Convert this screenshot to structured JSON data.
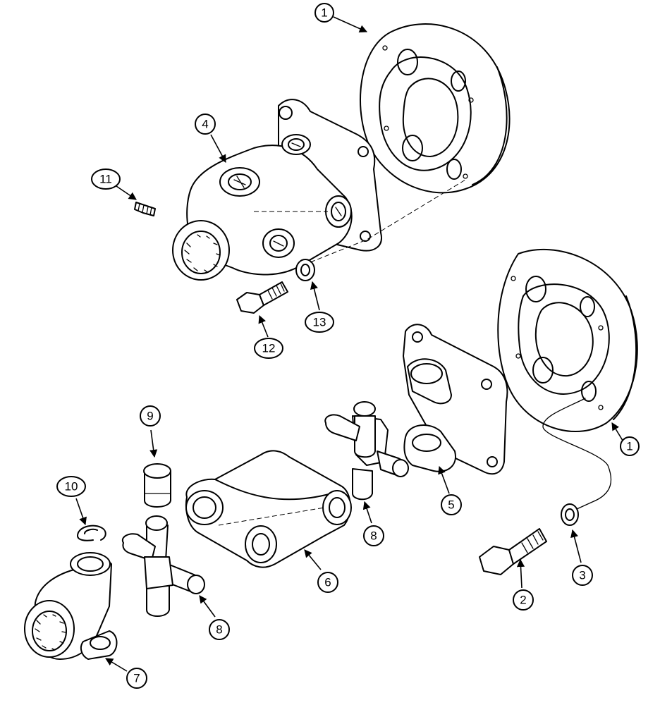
{
  "callouts": [
    {
      "id": "c1a",
      "label": "1"
    },
    {
      "id": "c4",
      "label": "4"
    },
    {
      "id": "c11",
      "label": "11"
    },
    {
      "id": "c13",
      "label": "13"
    },
    {
      "id": "c12",
      "label": "12"
    },
    {
      "id": "c1b",
      "label": "1"
    },
    {
      "id": "c9",
      "label": "9"
    },
    {
      "id": "c10",
      "label": "10"
    },
    {
      "id": "c5",
      "label": "5"
    },
    {
      "id": "c8a",
      "label": "8"
    },
    {
      "id": "c6",
      "label": "6"
    },
    {
      "id": "c3",
      "label": "3"
    },
    {
      "id": "c2",
      "label": "2"
    },
    {
      "id": "c8b",
      "label": "8"
    },
    {
      "id": "c7",
      "label": "7"
    }
  ]
}
